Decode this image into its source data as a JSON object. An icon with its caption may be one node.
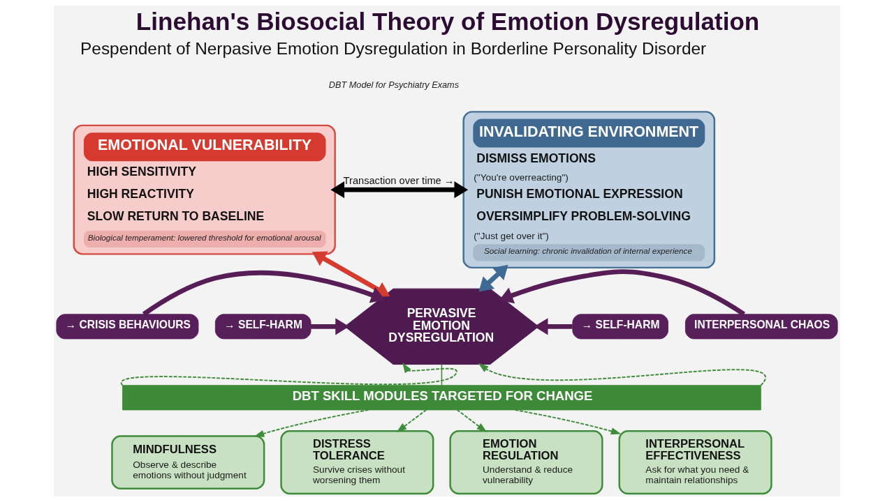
{
  "diagram": {
    "title": "Linehan's Biosocial Theory of Emotion Dysregulation",
    "nodes": [
      {
        "text": [
          "EMOTIONAL VULNERABILITY",
          "HIGH SENSITIVITY",
          "HIGH REACTIVITY",
          "SLOW RETURN TO BASELINE",
          "Biological temperament: lowered threshold for emotional arousal"
        ]
      },
      {
        "text": [
          "INVALIDATING ENVIRONMENT",
          "DISMISS EMOTIONS",
          "(\"You're overreacting\")",
          "PUNISH EMOTIONAL EXPRESSION",
          "OVERSIMPLIFY PROBLEM-SOLVING",
          "(\"Just get over it\")",
          "Social learning: chronic invalidation of internal experience"
        ]
      },
      {
        "text": [
          "PERVASIVE EMOTION DYSREGULATION"
        ]
      },
      {
        "text": [
          "→ SELF-HARM"
        ]
      },
      {
        "text": [
          "→ SELF-HARM"
        ]
      },
      {
        "text": [
          "→ CRISIS BEHAVIOURS"
        ]
      },
      {
        "text": [
          "INTERPERSONAL CHAOS"
        ]
      },
      {
        "text": [
          "DBT SKILL MODULES TARGETED FOR CHANGE"
        ]
      },
      {
        "text": [
          "MINDFULNESS",
          "Observe & describe emotions without judgment"
        ]
      },
      {
        "text": [
          "DISTRESS TOLERANCE",
          "Survive crises without worsening them"
        ]
      },
      {
        "text": [
          "EMOTION REGULATION",
          "Understand & reduce vulnerability"
        ]
      },
      {
        "text": [
          "INTERPERSONAL EFFECTIVENESS",
          "Ask for what you need & maintain relationships"
        ]
      }
    ],
    "edges": [
      {
        "from": 0,
        "to": 1,
        "arrow": "both",
        "label": "Transaction over time →",
        "style": "thick",
        "color": "#000000"
      },
      {
        "from": 0,
        "to": 2,
        "arrow": "both",
        "style": "thick",
        "color": "#d63b30"
      },
      {
        "from": 1,
        "to": 2,
        "arrow": "both",
        "style": "thick",
        "color": "#3e6a93"
      },
      {
        "from": 3,
        "to": 2,
        "arrow": "to",
        "style": "thick",
        "color": "#561d57"
      },
      {
        "from": 4,
        "to": 2,
        "arrow": "to",
        "style": "thick",
        "color": "#561d57"
      },
      {
        "from": 5,
        "to": 2,
        "arrow": "to",
        "style": "thick",
        "color": "#561d57"
      },
      {
        "from": 6,
        "to": 2,
        "arrow": "to",
        "style": "thick",
        "color": "#561d57"
      },
      {
        "from": 2,
        "to": 7,
        "arrow": "none"
      },
      {
        "from": 7,
        "to": 2,
        "arrow": "to",
        "style": "dashed"
      },
      {
        "from": 7,
        "to": 2,
        "arrow": "to",
        "style": "dashed"
      },
      {
        "from": 7,
        "to": 8,
        "arrow": "to",
        "style": "dashed"
      },
      {
        "from": 7,
        "to": 9,
        "arrow": "to",
        "style": "dashed"
      },
      {
        "from": 7,
        "to": 10,
        "arrow": "to",
        "style": "dashed"
      },
      {
        "from": 7,
        "to": 11,
        "arrow": "to",
        "style": "dashed"
      }
    ],
    "labels": [
      "Pespendent of Nerpasive Emotion Dysregulation in Borderline Personality Disorder",
      "DBT Model for Psychiatry Exams"
    ]
  }
}
